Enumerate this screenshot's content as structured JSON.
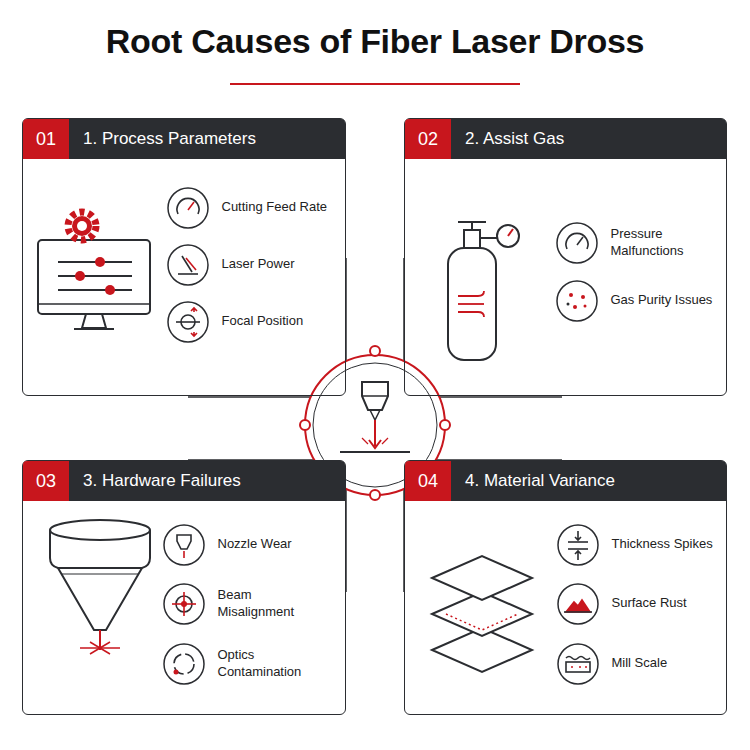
{
  "diagram": {
    "title": "Root Causes of Fiber Laser Dross",
    "nodes": [
      {
        "text": [
          "01",
          "1. Process Parameters"
        ]
      },
      {
        "text": [
          "Cutting Feed Rate"
        ],
        "in": 0
      },
      {
        "text": [
          "Laser Power"
        ],
        "in": 0
      },
      {
        "text": [
          "Focal Position"
        ],
        "in": 0
      },
      {
        "text": [
          "02",
          "2. Assist Gas"
        ]
      },
      {
        "text": [
          "Pressure Malfunctions"
        ],
        "in": 4
      },
      {
        "text": [
          "Gas Purity Issues"
        ],
        "in": 4
      },
      {
        "text": [
          "03",
          "3. Hardware Failures"
        ]
      },
      {
        "text": [
          "Nozzle Wear"
        ],
        "in": 7
      },
      {
        "text": [
          "Beam Misalignment"
        ],
        "in": 7
      },
      {
        "text": [
          "Optics Contamination"
        ],
        "in": 7
      },
      {
        "text": [
          "04",
          "4. Material Variance"
        ]
      },
      {
        "text": [
          "Thickness Spikes"
        ],
        "in": 11
      },
      {
        "text": [
          "Surface Rust"
        ],
        "in": 11
      },
      {
        "text": [
          "Mill Scale"
        ],
        "in": 11
      }
    ]
  }
}
